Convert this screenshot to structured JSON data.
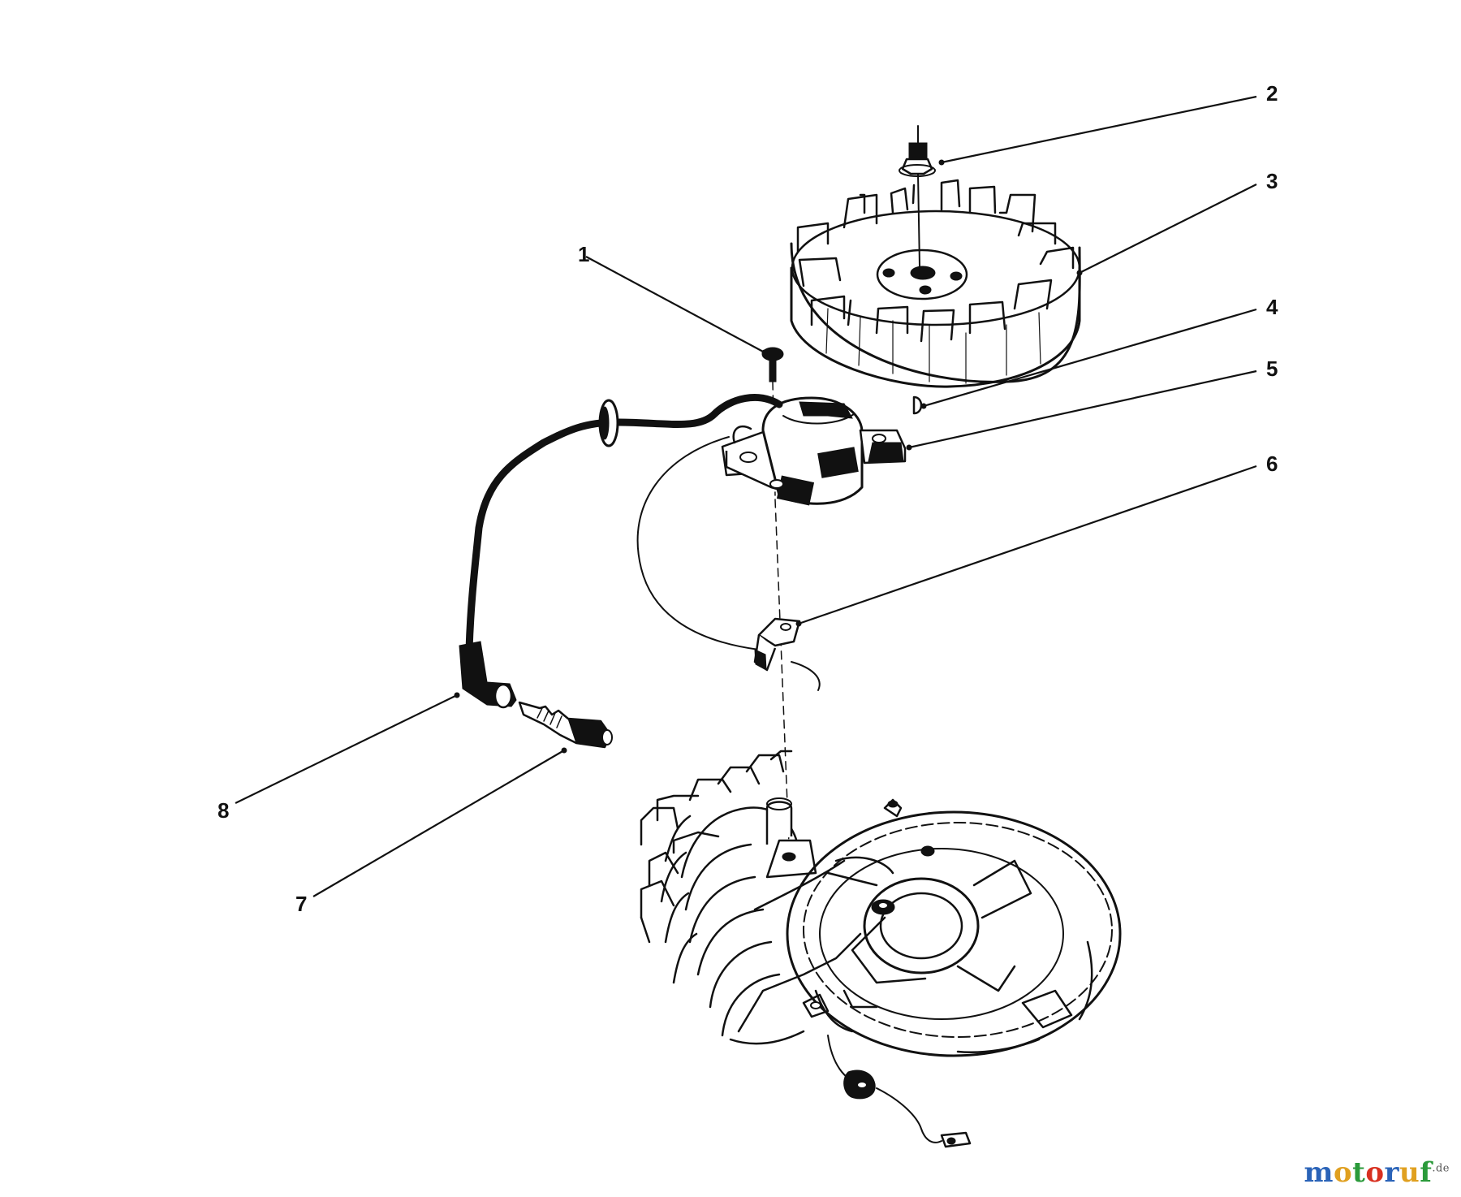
{
  "diagram": {
    "callouts": [
      {
        "id": "c1",
        "label": "1"
      },
      {
        "id": "c2",
        "label": "2"
      },
      {
        "id": "c3",
        "label": "3"
      },
      {
        "id": "c4",
        "label": "4"
      },
      {
        "id": "c5",
        "label": "5"
      },
      {
        "id": "c6",
        "label": "6"
      },
      {
        "id": "c7",
        "label": "7"
      },
      {
        "id": "c8",
        "label": "8"
      }
    ]
  },
  "watermark": {
    "letters": [
      "m",
      "o",
      "t",
      "o",
      "r",
      "u",
      "f"
    ],
    "letter_colors": [
      "#2a63b8",
      "#e0a020",
      "#2a9a3a",
      "#d83020",
      "#2a63b8",
      "#e0a020",
      "#2a9a3a"
    ],
    "suffix": ".de"
  }
}
